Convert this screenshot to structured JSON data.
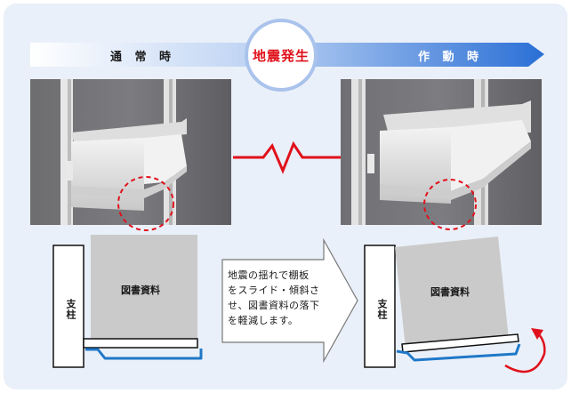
{
  "header": {
    "normal_label": "通 常 時",
    "quake_label": "地震発生",
    "active_label": "作 動 時"
  },
  "diagram_left": {
    "pillar_label": "支柱",
    "book_label": "図書資料"
  },
  "diagram_right": {
    "pillar_label": "支柱",
    "book_label": "図書資料"
  },
  "caption": {
    "line1": "地震の揺れで棚板",
    "line2": "をスライド・傾斜さ",
    "line3": "せ、図書資料の落下",
    "line4": "を軽減します。"
  },
  "colors": {
    "quake_red": "#e0111b",
    "accent_blue": "#1f78c8",
    "arrow_gradient_end": "#2a6fd6"
  }
}
